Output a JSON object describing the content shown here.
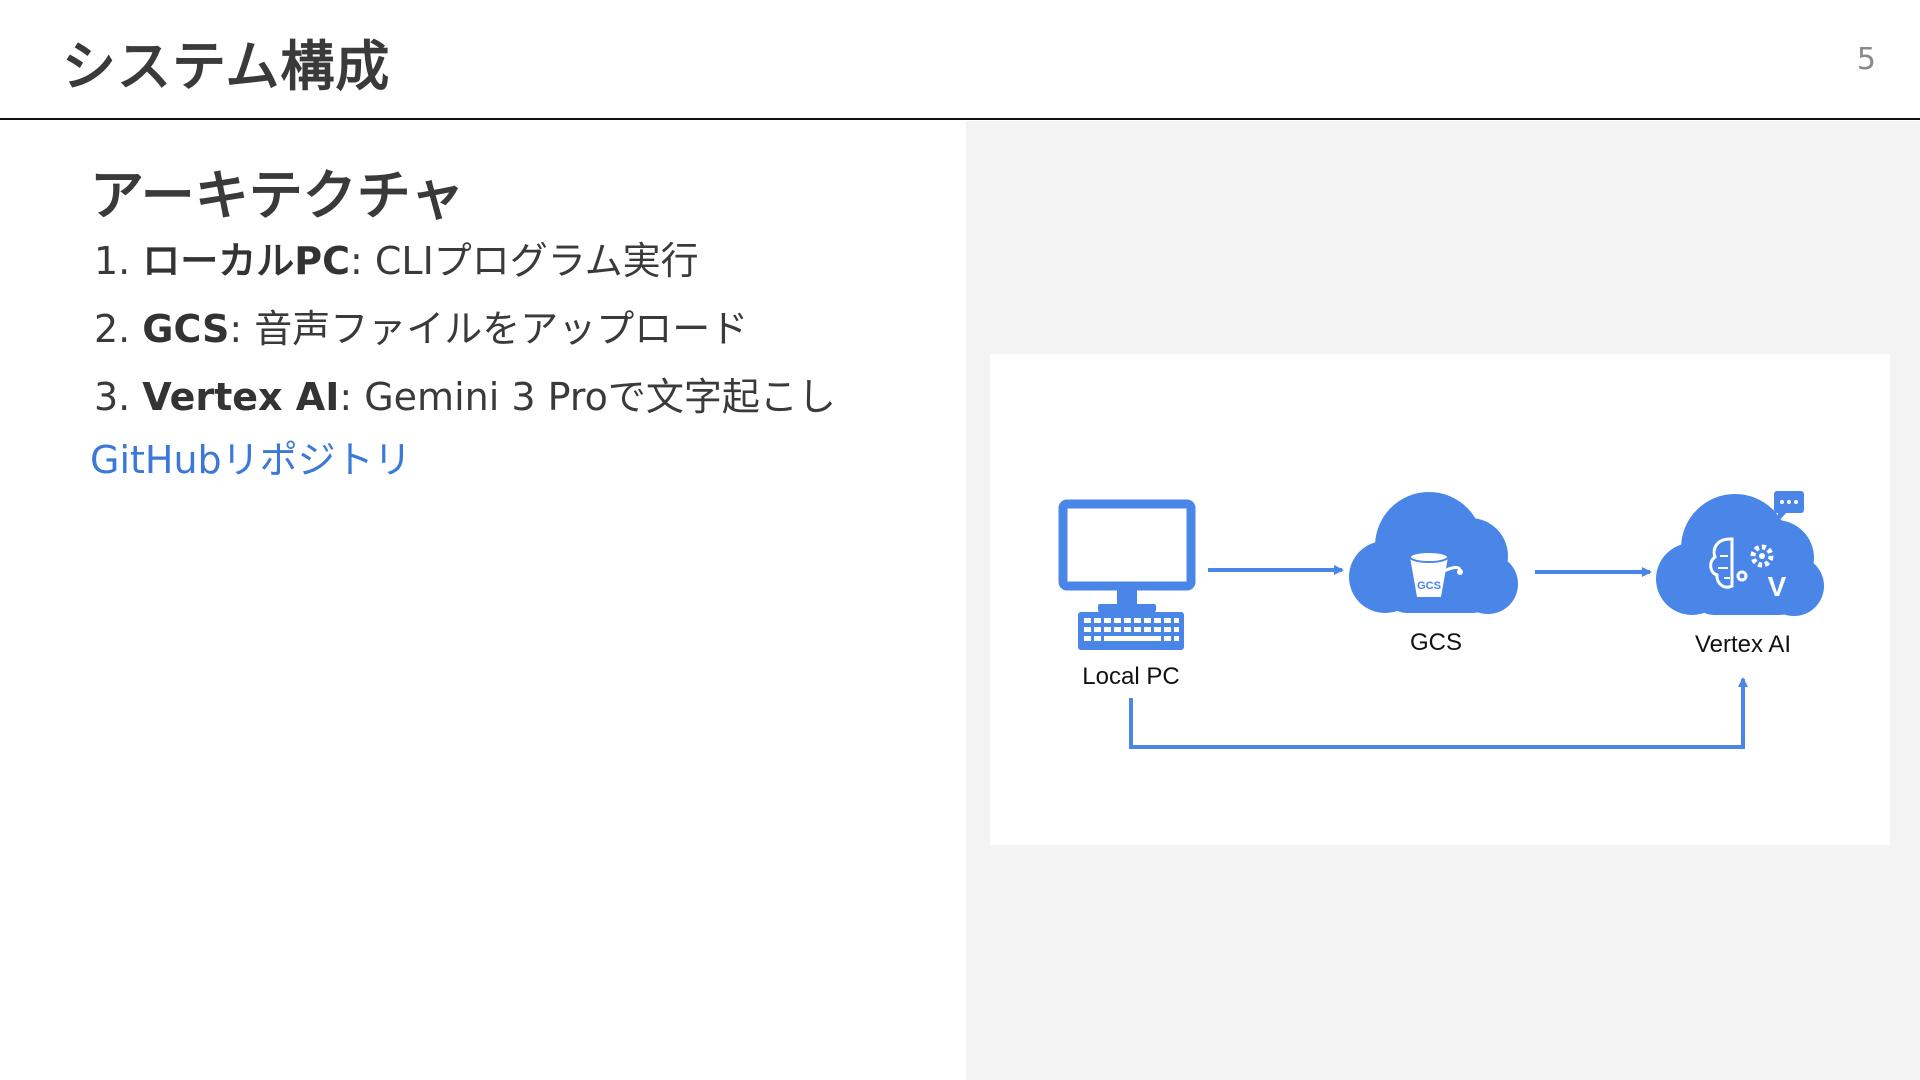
{
  "slide": {
    "title": "システム構成",
    "page_number": "5"
  },
  "content": {
    "heading": "アーキテクチャ",
    "items": [
      {
        "num": "1.",
        "term": "ローカルPC",
        "desc": ": CLIプログラム実行"
      },
      {
        "num": "2.",
        "term": "GCS",
        "desc": ": 音声ファイルをアップロード"
      },
      {
        "num": "3.",
        "term": "Vertex AI",
        "desc": ": Gemini 3 Proで文字起こし"
      }
    ],
    "link_text": "GitHubリポジトリ"
  },
  "diagram": {
    "accent_color": "#4a86e8",
    "nodes": [
      {
        "label": "Local PC",
        "icon": "desktop-computer-icon"
      },
      {
        "label": "GCS",
        "icon": "cloud-storage-bucket-icon",
        "badge": "GCS"
      },
      {
        "label": "Vertex AI",
        "icon": "cloud-ai-brain-icon",
        "badge": "V"
      }
    ]
  }
}
